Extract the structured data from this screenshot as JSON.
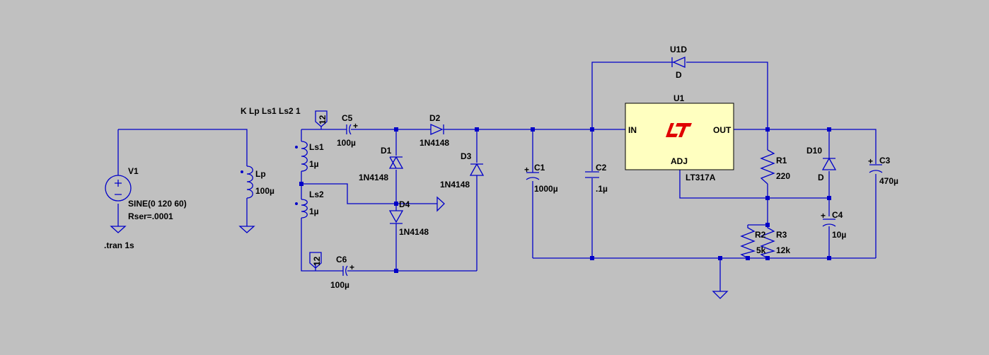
{
  "directives": {
    "coupling": "K Lp Ls1 Ls2 1",
    "tran": ".tran 1s"
  },
  "components": {
    "V1": {
      "name": "V1",
      "value": "SINE(0 120 60)",
      "extra": "Rser=.0001"
    },
    "Lp": {
      "name": "Lp",
      "value": "100µ"
    },
    "Ls1": {
      "name": "Ls1",
      "value": "1µ"
    },
    "Ls2": {
      "name": "Ls2",
      "value": "1µ"
    },
    "C5": {
      "name": "C5",
      "value": "100µ"
    },
    "C6": {
      "name": "C6",
      "value": "100µ"
    },
    "D1": {
      "name": "D1",
      "value": "1N4148"
    },
    "D2": {
      "name": "D2",
      "value": "1N4148"
    },
    "D3": {
      "name": "D3",
      "value": "1N4148"
    },
    "D4": {
      "name": "D4",
      "value": "1N4148"
    },
    "C1": {
      "name": "C1",
      "value": "1000µ"
    },
    "C2": {
      "name": "C2",
      "value": ".1µ"
    },
    "U1": {
      "name": "U1",
      "part": "LT317A",
      "pin_in": "IN",
      "pin_out": "OUT",
      "pin_adj": "ADJ"
    },
    "U1D": {
      "name": "U1D",
      "value": "D"
    },
    "R1": {
      "name": "R1",
      "value": "220"
    },
    "R2": {
      "name": "R2",
      "value": "5k"
    },
    "R3": {
      "name": "R3",
      "value": "12k"
    },
    "D10": {
      "name": "D10",
      "value": "D"
    },
    "C3": {
      "name": "C3",
      "value": "470µ"
    },
    "C4": {
      "name": "C4",
      "value": "10µ"
    }
  },
  "net_labels": {
    "top": "12",
    "bottom": "12"
  },
  "colors": {
    "background": "#c0c0c0",
    "wire": "#0000c8",
    "ic_fill": "#ffffc0",
    "logo": "#e00000"
  }
}
